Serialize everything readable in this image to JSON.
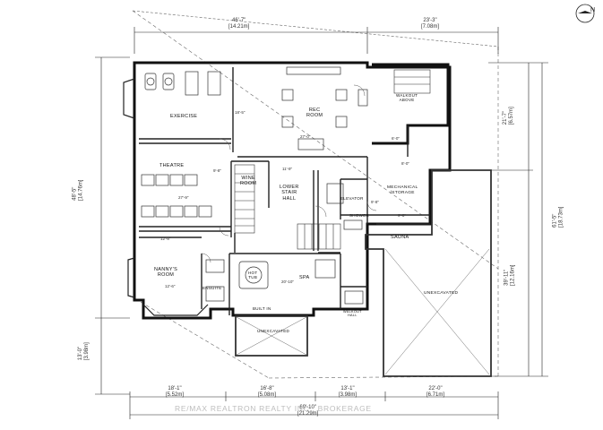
{
  "rooms": {
    "exercise": "EXERCISE",
    "rec_room": "REC\nROOM",
    "walkout": "WALKOUT\nABOVE",
    "theatre": "THEATRE",
    "wine_room": "WINE\nROOM",
    "lower_stair_hall": "LOWER\nSTAIR\nHALL",
    "elevator": "ELEVATOR",
    "mechanical": "MECHANICAL\n/STORAGE",
    "shower": "SHOWER",
    "sauna": "SAUNA",
    "nannys_room": "NANNY'S\nROOM",
    "ensuite": "ENSUITE",
    "hot_tub": "HOT\nTUB",
    "spa": "SPA",
    "built_in": "BUILT IN",
    "unexcavated_right": "UNEXCAVATED",
    "unexcavated_bottom": "UNEXCAVATED",
    "walkout_hall": "WALKOUT\nHALL"
  },
  "dimensions": {
    "top_left": "46'-7\"\n[14.21m]",
    "top_right": "23'-3\"\n[7.08m]",
    "left_overall": "48'-5\"\n[14.76m]",
    "left_bottom": "13'-0\"\n[3.98m]",
    "right_top": "21'-7\"\n[6.57m]",
    "right_overall": "61'-5\"\n[18.73m]",
    "right_bottom": "39'-11\"\n[12.16m]",
    "bottom_1": "18'-1\"\n[5.52m]",
    "bottom_2": "16'-8\"\n[5.08m]",
    "bottom_3": "13'-1\"\n[3.98m]",
    "bottom_4": "22'-0\"\n[6.71m]",
    "bottom_total": "69'-10\"\n[21.29m]"
  },
  "inner_dims": {
    "d1": "18'-5\"",
    "d2": "27'-0\"",
    "d3": "6'-0\"",
    "d4": "9'-8\"",
    "d5": "11'-9\"",
    "d6": "27'-9\"",
    "d7": "9'-8\"",
    "d8": "12'-8\"",
    "d9": "20'-10\"",
    "d10": "9'-8\"",
    "d11": "8'-0\"",
    "d12": "12'-6\""
  },
  "north_label": "N",
  "watermark": "RE/MAX REALTRON REALTY INC., BROKERAGE"
}
